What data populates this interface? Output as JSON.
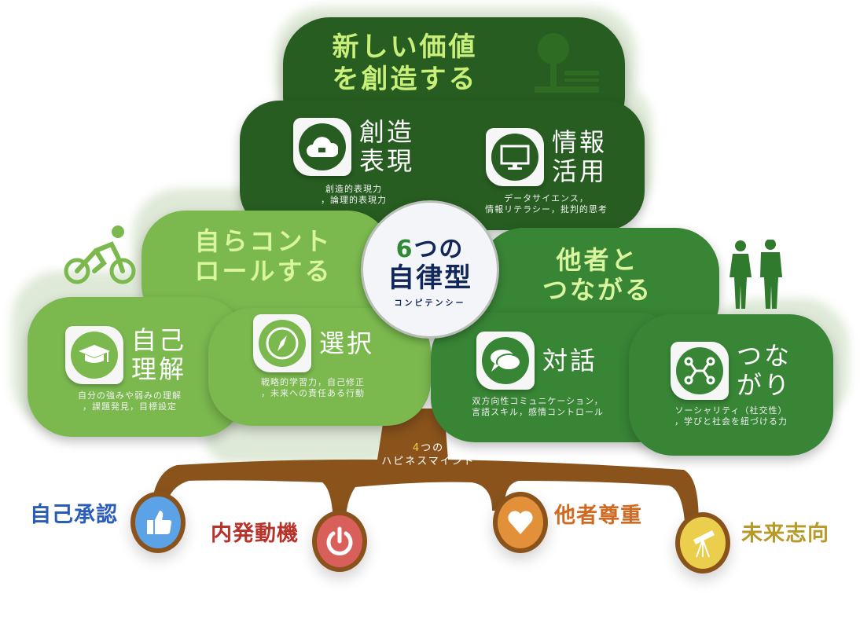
{
  "groups": {
    "top": {
      "title1": "新しい価値",
      "title2": "を創造する"
    },
    "left": {
      "title1": "自らコント",
      "title2": "ロールする"
    },
    "right": {
      "title1": "他者と",
      "title2": "つながる"
    }
  },
  "skills": [
    {
      "name1": "創造",
      "name2": "表現",
      "desc1": "創造的表現力",
      "desc2": "，論理的表現力",
      "icon": "cloud-puzzle-icon"
    },
    {
      "name1": "情報",
      "name2": "活用",
      "desc1": "データサイエンス，",
      "desc2": "情報リテラシー，批判的思考",
      "icon": "monitor-icon"
    },
    {
      "name1": "自己",
      "name2": "理解",
      "desc1": "自分の強みや弱みの理解",
      "desc2": "，課題発見，目標設定",
      "icon": "graduation-cap-icon"
    },
    {
      "name1": "選択",
      "desc1": "戦略的学習力，自己修正",
      "desc2": "，未来への責任ある行動",
      "icon": "compass-icon"
    },
    {
      "name1": "対話",
      "desc1": "双方向性コミュニケーション，",
      "desc2": "言語スキル，感情コントロール",
      "icon": "chat-bubbles-icon"
    },
    {
      "name1": "つな",
      "name2": "がり",
      "desc1": "ソーシャリティ（社交性）",
      "desc2": "，学びと社会を紐づける力",
      "icon": "network-icon"
    }
  ],
  "center": {
    "num": "6",
    "line1": "つの",
    "line2": "自律型",
    "sub": "コンピテンシー"
  },
  "trunk": {
    "num": "4",
    "line1": "つの",
    "line2": "ハピネスマインド"
  },
  "minds": [
    {
      "label": "自己承認",
      "color": "#5ba2e6",
      "text_color": "#2a5db8",
      "icon": "thumbs-up-icon"
    },
    {
      "label": "内発動機",
      "color": "#d9605a",
      "text_color": "#b8322a",
      "icon": "power-icon"
    },
    {
      "label": "他者尊重",
      "color": "#e2913a",
      "text_color": "#d06a22",
      "icon": "heart-icon"
    },
    {
      "label": "未来志向",
      "color": "#ebcf4c",
      "text_color": "#b89a2a",
      "icon": "telescope-icon"
    }
  ]
}
